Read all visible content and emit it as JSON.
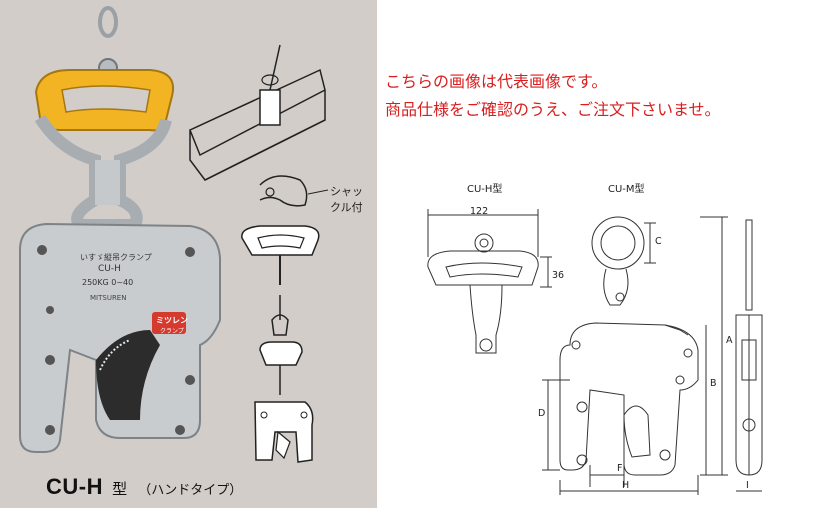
{
  "notice": {
    "line1": "こちらの画像は代表画像です。",
    "line2": "商品仕様をご確認のうえ、ご注文下さいませ。",
    "color": "#d81e1e"
  },
  "photo": {
    "body_text": [
      "いすゞ縦吊クランプ",
      "CU-H",
      "250KG 0~40",
      "MITSUREN"
    ],
    "brand_badge": "ミツレン",
    "brand_badge_sub": "クランプ"
  },
  "caption": {
    "model": "CU-H",
    "kata": "型",
    "subtitle": "（ハンドタイプ）"
  },
  "illustration": {
    "shackle_label_line1": "シャッ",
    "shackle_label_line2": "クル付"
  },
  "drawing": {
    "title_h": "CU-H型",
    "title_m": "CU-M型",
    "dim_122": "122",
    "dim_36": "36",
    "dim_c": "C",
    "dim_a": "A",
    "dim_b": "B",
    "dim_d": "D",
    "dim_f": "F",
    "dim_h": "H",
    "dim_i": "I"
  }
}
